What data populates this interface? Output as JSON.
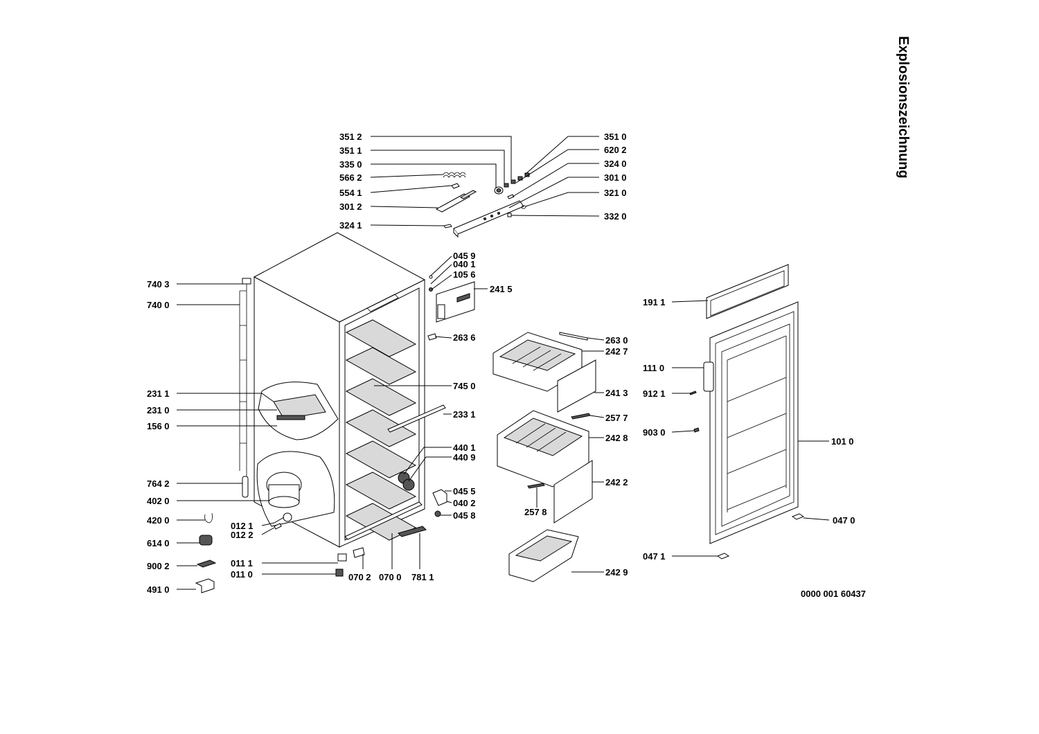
{
  "title": "Explosionszeichnung",
  "document_number": "0000 001 60437",
  "labels": {
    "p3512": "351 2",
    "p3511": "351 1",
    "p3350": "335 0",
    "p5662": "566 2",
    "p5541": "554 1",
    "p3012": "301 2",
    "p3241": "324 1",
    "p3510": "351 0",
    "p6202": "620 2",
    "p3240": "324 0",
    "p3010": "301 0",
    "p3210": "321 0",
    "p3320": "332 0",
    "p0459": "045 9",
    "p0401": "040 1",
    "p1056": "105 6",
    "p2415": "241 5",
    "p2636": "263 6",
    "p7403": "740 3",
    "p7400": "740 0",
    "p2311": "231 1",
    "p2310": "231 0",
    "p1560": "156 0",
    "p7642": "764 2",
    "p4020": "402 0",
    "p4200": "420 0",
    "p0121": "012 1",
    "p0122": "012 2",
    "p6140": "614 0",
    "p9002": "900 2",
    "p0111": "011 1",
    "p0110": "011 0",
    "p4910": "491 0",
    "p0702": "070 2",
    "p0700": "070 0",
    "p7811": "781 1",
    "p7450": "745 0",
    "p2331": "233 1",
    "p4401": "440 1",
    "p4409": "440 9",
    "p0455": "045 5",
    "p0402": "040 2",
    "p0458": "045 8",
    "p2630": "263 0",
    "p2427": "242 7",
    "p2413": "241 3",
    "p2577": "257 7",
    "p2428": "242 8",
    "p2422": "242 2",
    "p2578": "257 8",
    "p2429": "242 9",
    "p1911": "191 1",
    "p1110": "111 0",
    "p9121": "912 1",
    "p9030": "903 0",
    "p1010": "101 0",
    "p0470": "047 0",
    "p0471": "047 1"
  }
}
